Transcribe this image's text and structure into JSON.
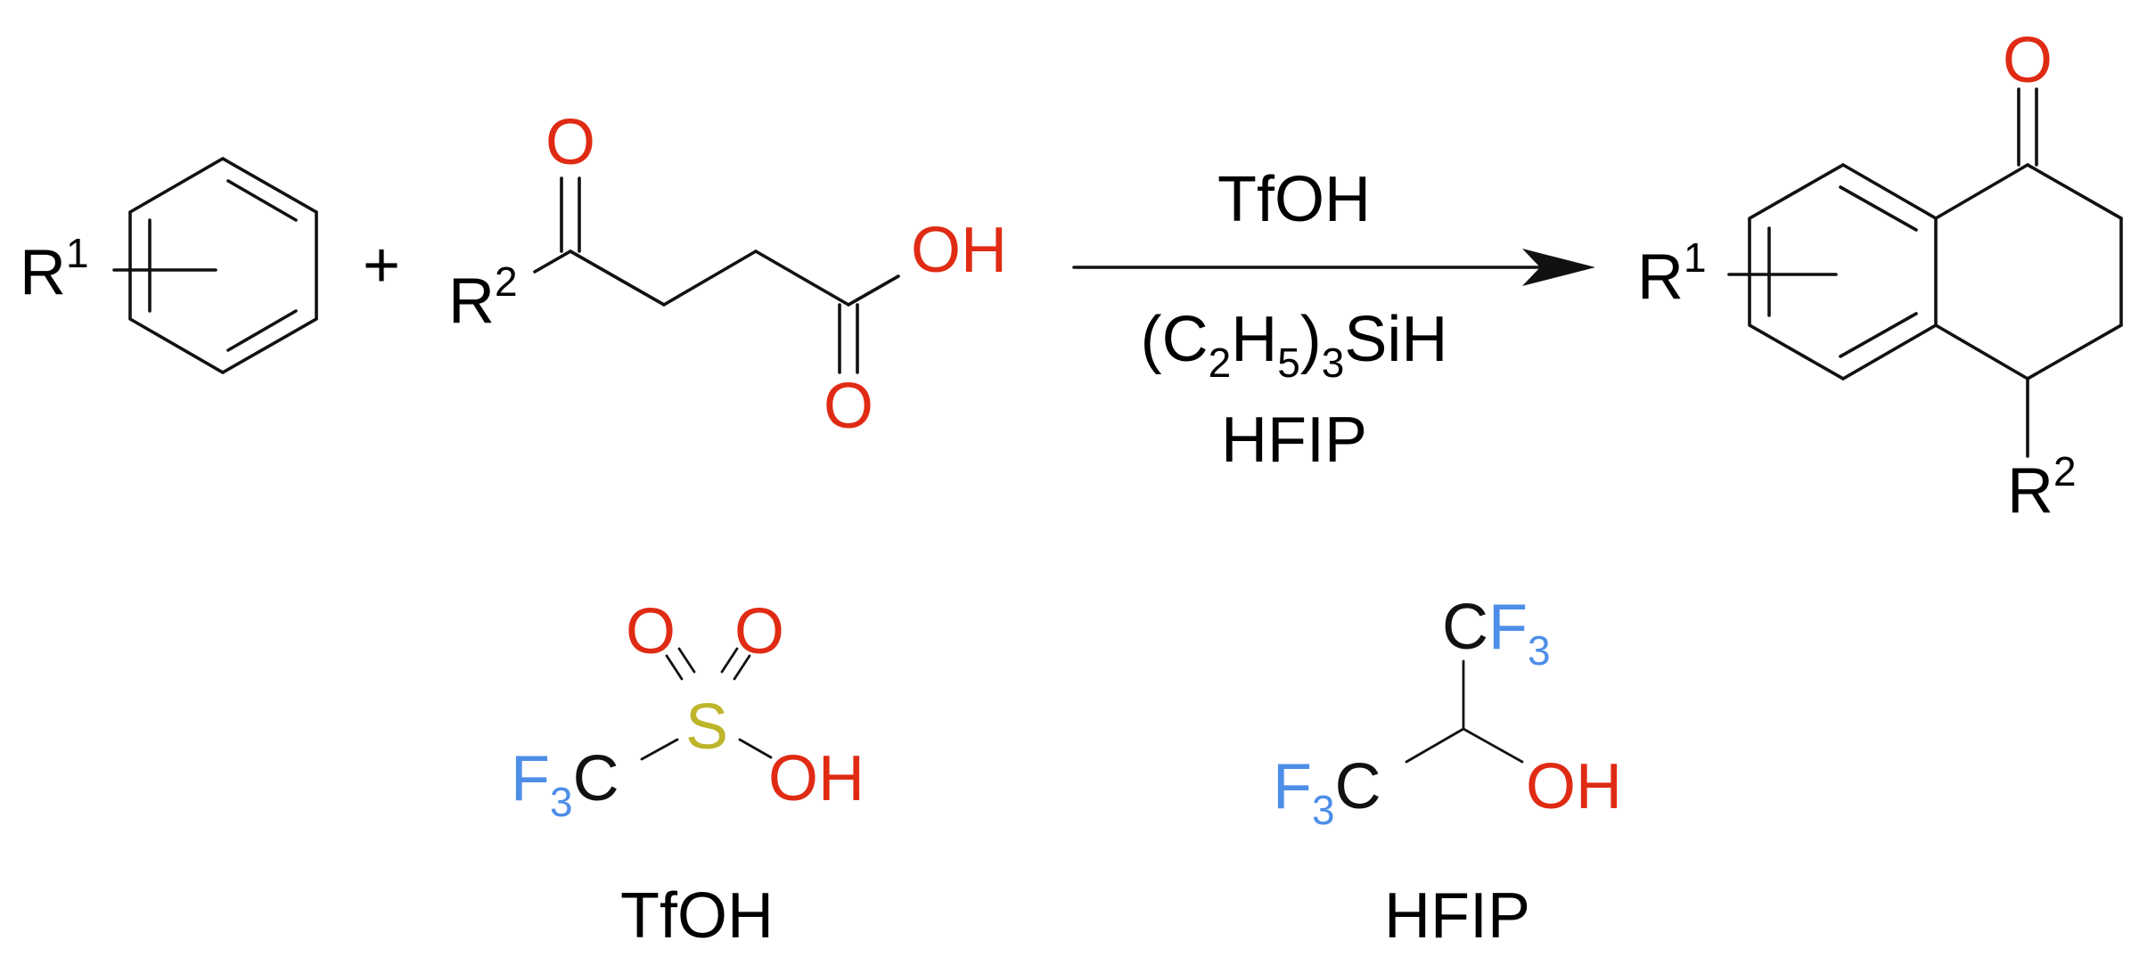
{
  "colors": {
    "carbon": "#111111",
    "oxygen": "#e02b14",
    "fluorine": "#4d8ee8",
    "sulfur": "#bdb52a"
  },
  "reactant_arene": {
    "r_symbol": "R",
    "r_index": "1"
  },
  "plus_sign": "+",
  "reactant_acid": {
    "r_symbol": "R",
    "r_index": "2",
    "ketone_oxygen": "O",
    "acid_oxygen": "O",
    "hydroxyl": "OH"
  },
  "reagents": {
    "above_arrow": "TfOH",
    "silane": {
      "open": "(C",
      "sub1": "2",
      "h": "H",
      "sub2": "5",
      "close": ")",
      "sub3": "3",
      "rest": "SiH"
    },
    "solvent": "HFIP"
  },
  "product": {
    "ketone_oxygen": "O",
    "r1_symbol": "R",
    "r1_index": "1",
    "r2_symbol": "R",
    "r2_index": "2"
  },
  "tfoh_structure": {
    "o_left": "O",
    "o_right": "O",
    "sulfur": "S",
    "cf3_f": "F",
    "cf3_sub": "3",
    "cf3_c": "C",
    "hydroxyl": "OH",
    "caption": "TfOH"
  },
  "hfip_structure": {
    "top_c": "C",
    "top_f": "F",
    "top_sub": "3",
    "left_f": "F",
    "left_sub": "3",
    "left_c": "C",
    "hydroxyl": "OH",
    "caption": "HFIP"
  }
}
